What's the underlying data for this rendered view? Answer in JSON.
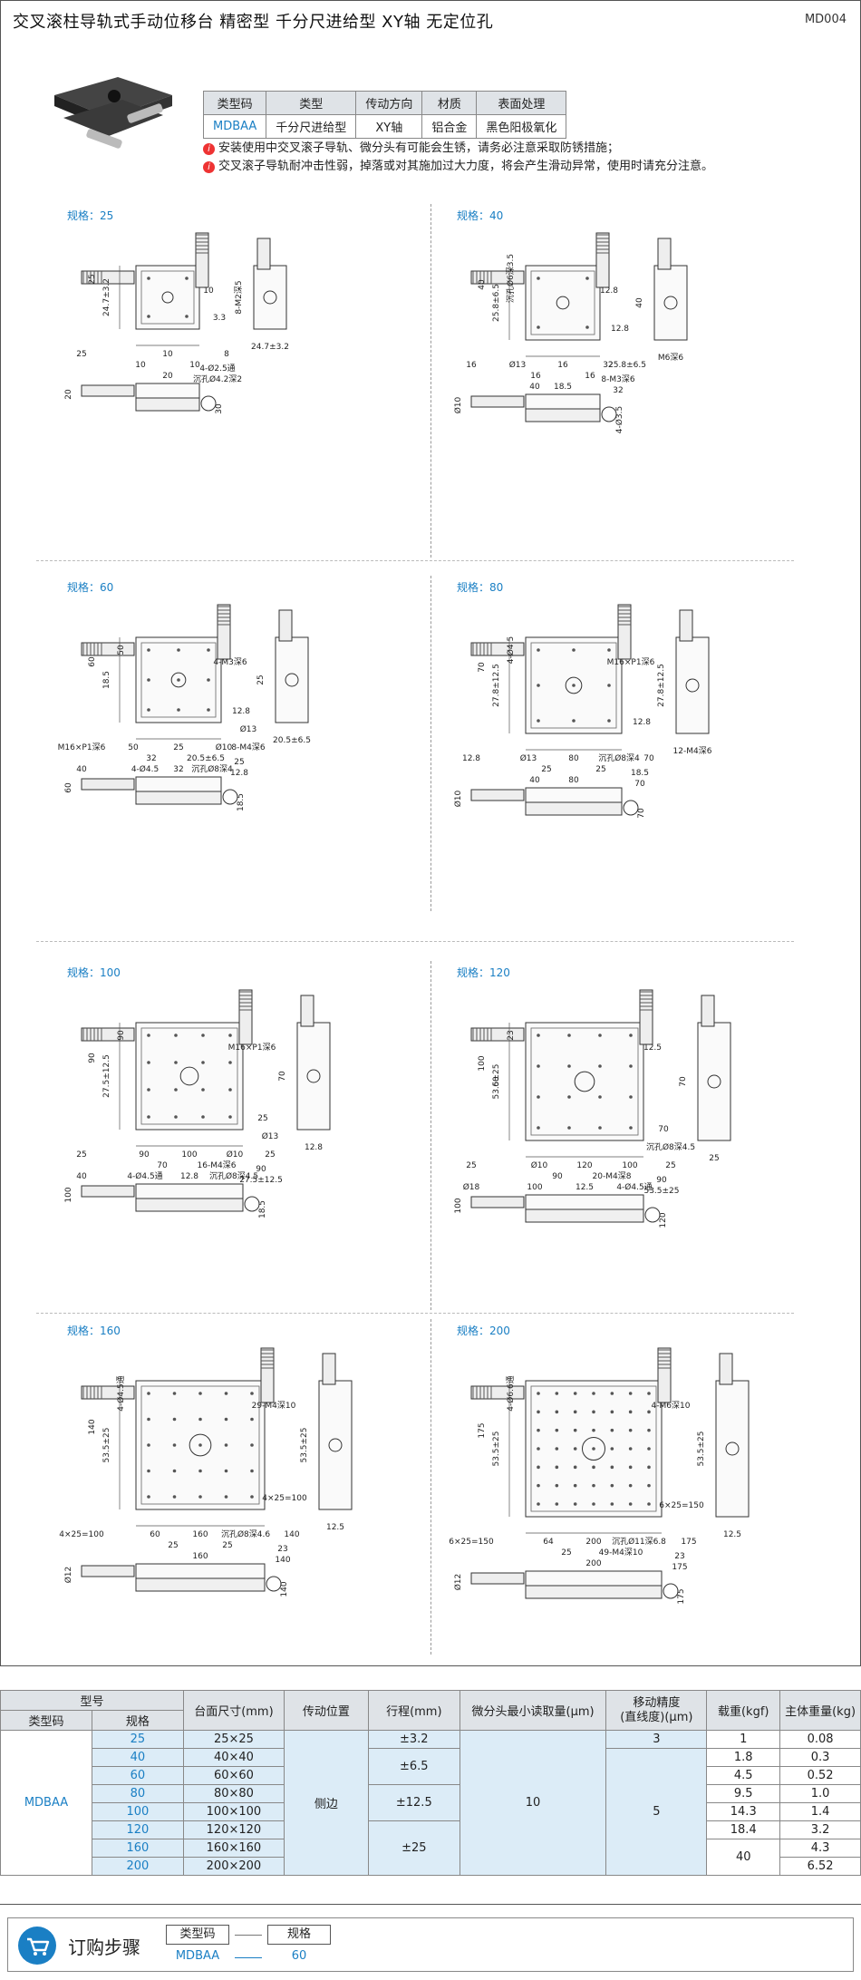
{
  "header": {
    "title": "交叉滚柱导轨式手动位移台  精密型  千分尺进给型  XY轴  无定位孔",
    "code": "MD004"
  },
  "spec_table": {
    "headers": [
      "类型码",
      "类型",
      "传动方向",
      "材质",
      "表面处理"
    ],
    "row": [
      "MDBAA",
      "千分尺进给型",
      "XY轴",
      "铝合金",
      "黑色阳极氧化"
    ]
  },
  "notes": [
    "安装使用中交叉滚子导轨、微分头有可能会生锈，请务必注意采取防锈措施；",
    "交叉滚子导轨耐冲击性弱，掉落或对其施加过大力度，将会产生滑动异常，使用时请充分注意。"
  ],
  "panels": [
    {
      "label": "规格：25",
      "dims": [
        "24.7±3.2",
        "10",
        "25",
        "10",
        "3.3",
        "24.7±3.2",
        "10",
        "10",
        "25",
        "8",
        "8-M2深5",
        "20",
        "4-Ø2.5通",
        "沉孔Ø4.2深2",
        "20",
        "30"
      ]
    },
    {
      "label": "规格：40",
      "dims": [
        "25.8±6.5",
        "16",
        "40",
        "16",
        "12.8",
        "M6深6",
        "12.8",
        "16",
        "16",
        "25.8±6.5",
        "40",
        "18.5",
        "8-M3深6",
        "32",
        "Ø10",
        "4-Ø3.5",
        "沉孔Ø6深3.5",
        "32",
        "Ø13",
        "40"
      ]
    },
    {
      "label": "规格：60",
      "dims": [
        "18.5",
        "25",
        "60",
        "32",
        "12.8",
        "20.5±6.5",
        "4-M3深6",
        "20.5±6.5",
        "M16×P1深6",
        "8-M4深6",
        "25",
        "32",
        "25",
        "12.8",
        "60",
        "18.5",
        "50",
        "Ø10",
        "50",
        "4-Ø4.5",
        "沉孔Ø8深4",
        "Ø13",
        "40"
      ]
    },
    {
      "label": "规格：80",
      "dims": [
        "27.8±12.5",
        "80",
        "70",
        "25",
        "12.8",
        "12-M4深6",
        "M16×P1深6",
        "25",
        "12.8",
        "70",
        "27.8±12.5",
        "80",
        "18.5",
        "70",
        "Ø10",
        "70",
        "4-Ø4.5",
        "沉孔Ø8深4",
        "Ø13",
        "40"
      ]
    },
    {
      "label": "规格：100",
      "dims": [
        "27.5±12.5",
        "100",
        "90",
        "70",
        "25",
        "12.8",
        "M16×P1深6",
        "16-M4深6",
        "25",
        "25",
        "70",
        "12.8",
        "90",
        "27.5±12.5",
        "100",
        "18.5",
        "90",
        "Ø10",
        "90",
        "4-Ø4.5通",
        "沉孔Ø8深4.5",
        "Ø13",
        "40"
      ]
    },
    {
      "label": "规格：120",
      "dims": [
        "53.5±25",
        "120",
        "100",
        "90",
        "70",
        "25",
        "12.5",
        "20-M4深8",
        "25",
        "25",
        "70",
        "12.5",
        "90",
        "53.5±25",
        "100",
        "120",
        "23",
        "100",
        "Ø10",
        "100",
        "4-Ø4.5通",
        "沉孔Ø8深4.5",
        "Ø18",
        "60"
      ]
    },
    {
      "label": "规格：160",
      "dims": [
        "53.5±25",
        "160",
        "140",
        "25",
        "4×25=100",
        "12.5",
        "29-M4深10",
        "25",
        "4×25=100",
        "140",
        "53.5±25",
        "160",
        "23",
        "140",
        "Ø12",
        "140",
        "4-Ø4.5通",
        "沉孔Ø8深4.6",
        "60"
      ]
    },
    {
      "label": "规格：200",
      "dims": [
        "53.5±25",
        "200",
        "175",
        "25",
        "6×25=150",
        "12.5",
        "4-M6深10",
        "49-M4深10",
        "6×25=150",
        "175",
        "53.5±25",
        "200",
        "23",
        "175",
        "Ø12",
        "175",
        "4-Ø6.6通",
        "沉孔Ø11深6.8",
        "64"
      ]
    }
  ],
  "main_table": {
    "group_header": "型号",
    "sub_headers": [
      "类型码",
      "规格"
    ],
    "headers": [
      "台面尺寸(mm)",
      "传动位置",
      "行程(mm)",
      "微分头最小读取量(μm)",
      "移动精度\n(直线度)(μm)",
      "载重(kgf)",
      "主体重量(kg)"
    ],
    "type_code": "MDBAA",
    "position": "侧边",
    "min_read": "10",
    "rows": [
      {
        "spec": "25",
        "size": "25×25",
        "stroke": "±3.2",
        "accuracy": "3",
        "load": "1",
        "weight": "0.08"
      },
      {
        "spec": "40",
        "size": "40×40",
        "stroke": "±6.5",
        "accuracy": "5",
        "load": "1.8",
        "weight": "0.3"
      },
      {
        "spec": "60",
        "size": "60×60",
        "stroke": "±6.5",
        "accuracy": "5",
        "load": "4.5",
        "weight": "0.52"
      },
      {
        "spec": "80",
        "size": "80×80",
        "stroke": "±12.5",
        "accuracy": "5",
        "load": "9.5",
        "weight": "1.0"
      },
      {
        "spec": "100",
        "size": "100×100",
        "stroke": "±12.5",
        "accuracy": "5",
        "load": "14.3",
        "weight": "1.4"
      },
      {
        "spec": "120",
        "size": "120×120",
        "stroke": "±25",
        "accuracy": "5",
        "load": "18.4",
        "weight": "3.2"
      },
      {
        "spec": "160",
        "size": "160×160",
        "stroke": "±25",
        "accuracy": "5",
        "load": "40",
        "weight": "4.3"
      },
      {
        "spec": "200",
        "size": "200×200",
        "stroke": "±25",
        "accuracy": "5",
        "load": "40",
        "weight": "6.52"
      }
    ]
  },
  "order": {
    "title": "订购步骤",
    "steps": [
      "类型码",
      "规格"
    ],
    "values": [
      "MDBAA",
      "60"
    ]
  },
  "colors": {
    "blue": "#1a7fc4",
    "header_bg": "#dfe3e7",
    "shade": "#dcecf7"
  }
}
